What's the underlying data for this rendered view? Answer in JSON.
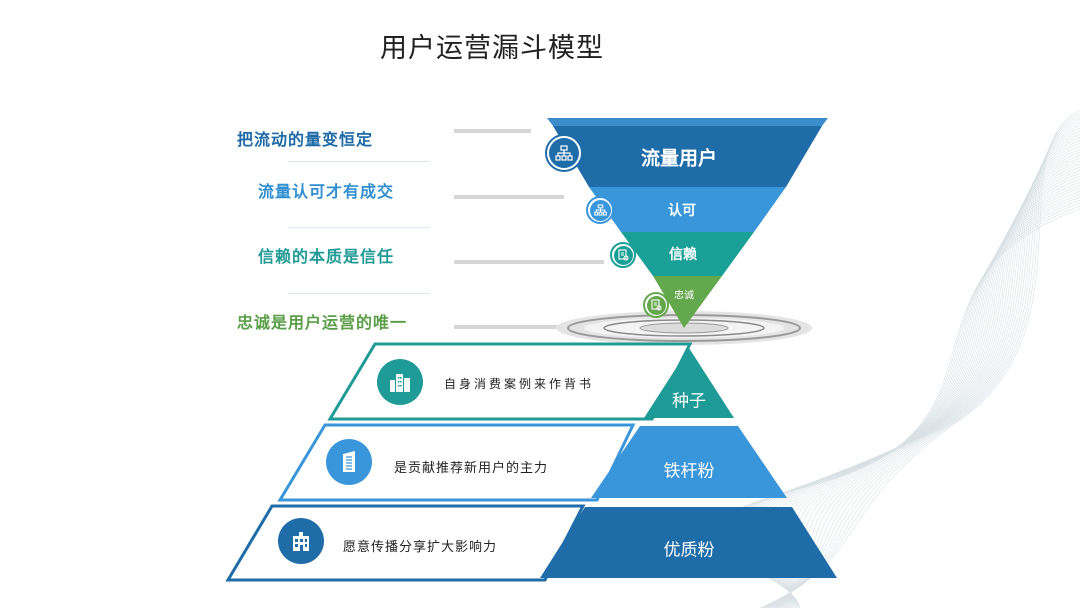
{
  "title": "用户运营漏斗模型",
  "left_statements": [
    {
      "text": "把流动的量变恒定",
      "color": "#1e6aa6"
    },
    {
      "text": "流量认可才有成交",
      "color": "#2f8fd0"
    },
    {
      "text": "信赖的本质是信任",
      "color": "#1f9a95"
    },
    {
      "text": "忠诚是用户运营的唯一",
      "color": "#5a9e47"
    }
  ],
  "funnel_levels": [
    {
      "label": "流量用户",
      "color": "#1f6da8",
      "icon": "network-icon"
    },
    {
      "label": "认可",
      "color": "#3a96db",
      "icon": "network-icon"
    },
    {
      "label": "信赖",
      "color": "#1ba098",
      "icon": "document-icon"
    },
    {
      "label": "忠诚",
      "color": "#63a84c",
      "icon": "document-icon"
    }
  ],
  "pyramid_levels": [
    {
      "label": "种子",
      "color": "#1f9b97",
      "description": "自身消费案例来作背书",
      "icon": "buildings-icon"
    },
    {
      "label": "铁杆粉",
      "color": "#3a96db",
      "description": "是贡献推荐新用户的主力",
      "icon": "building-icon"
    },
    {
      "label": "优质粉",
      "color": "#1f6da8",
      "description": "愿意传播分享扩大影响力",
      "icon": "office-icon"
    }
  ]
}
